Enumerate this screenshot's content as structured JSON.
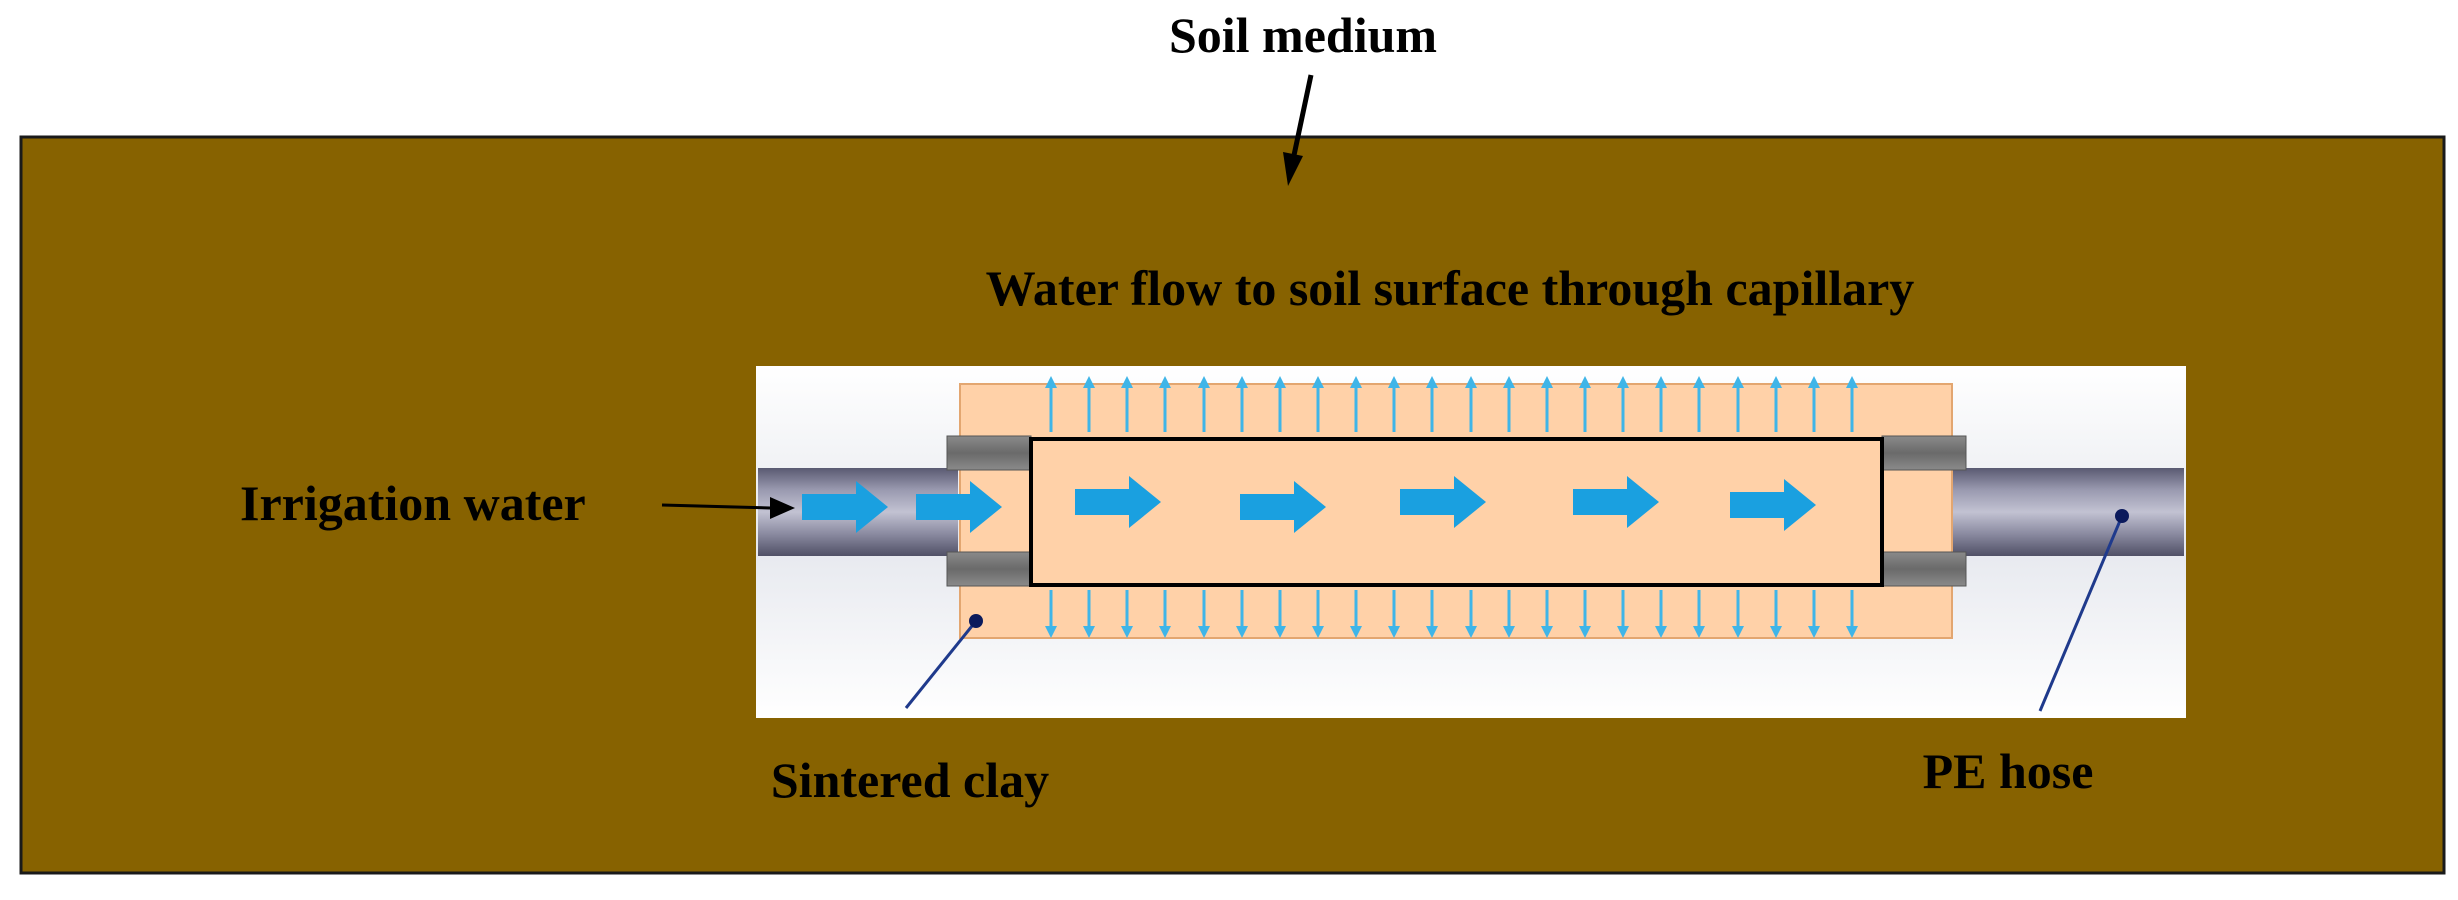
{
  "labels": {
    "soil_medium": "Soil medium",
    "water_flow": "Water flow to soil surface through capillary",
    "irrigation_water": "Irrigation water",
    "sintered_clay": "Sintered clay",
    "pe_hose": "PE hose"
  },
  "colors": {
    "soil": "#876200",
    "clay": "#FFD1A8",
    "inner_border": "#000000",
    "water_arrow": "#1AA0E0",
    "capillary_arrow": "#3FB5E8",
    "hose": "#6E6E86",
    "end_cap": "#737373",
    "leader_line": "#1F3A8C"
  },
  "flow": {
    "horizontal_arrow_count": 7,
    "capillary_arrows_per_side": 22
  }
}
